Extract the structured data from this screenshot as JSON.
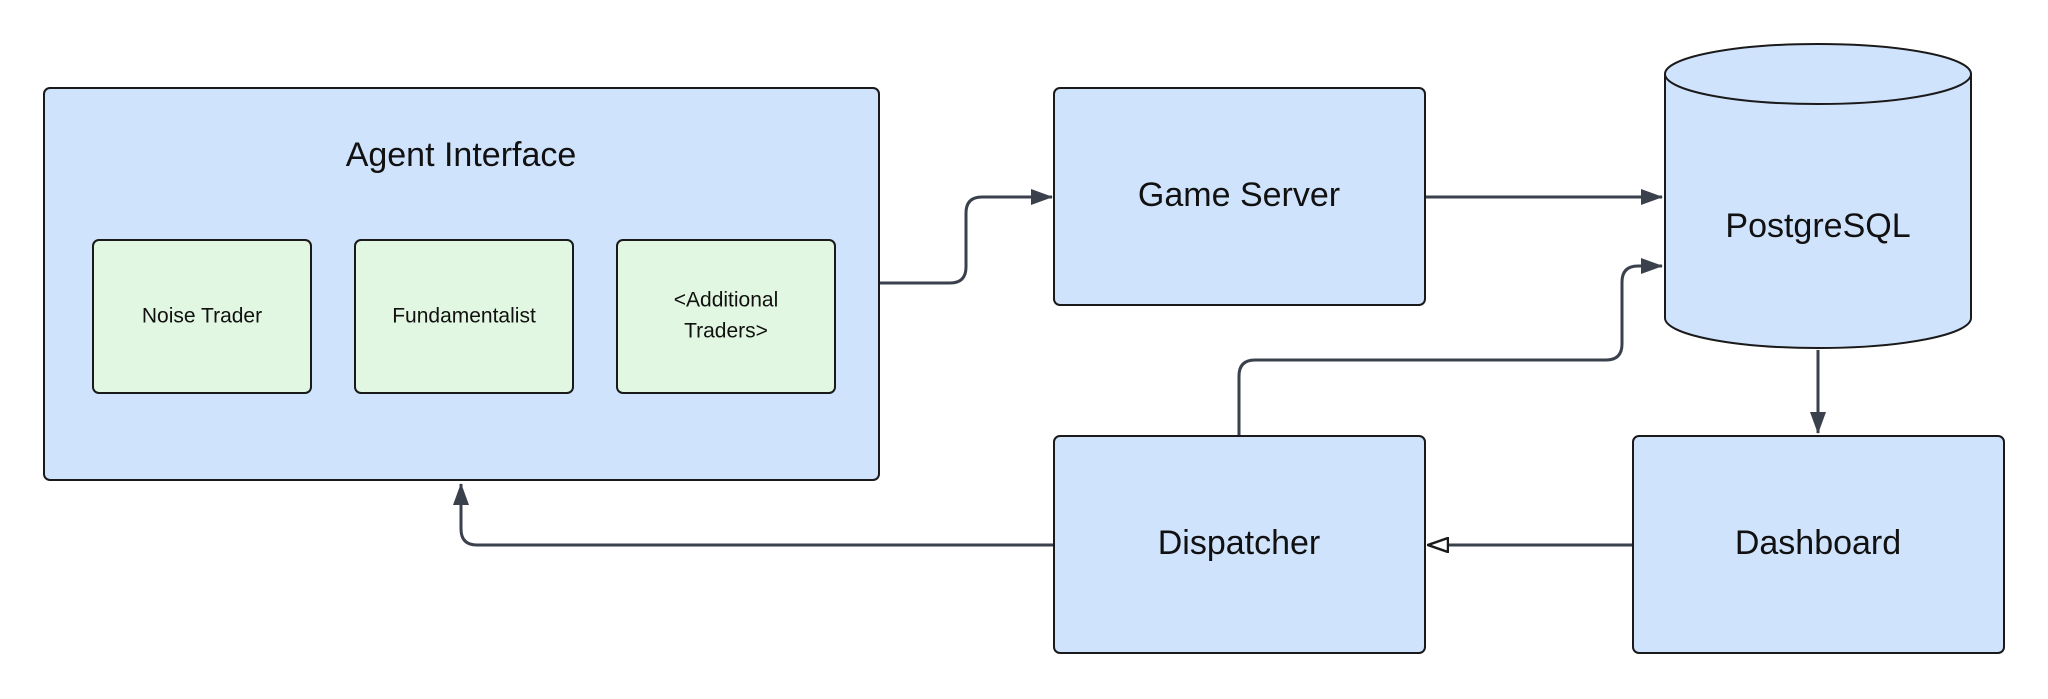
{
  "diagram": {
    "agent_interface": {
      "title": "Agent Interface",
      "traders": [
        {
          "label_lines": [
            "Noise Trader"
          ]
        },
        {
          "label_lines": [
            "Fundamentalist"
          ]
        },
        {
          "label_lines": [
            "<Additional",
            "Traders>"
          ]
        }
      ]
    },
    "game_server": {
      "label": "Game Server"
    },
    "database": {
      "label": "PostgreSQL"
    },
    "dispatcher": {
      "label": "Dispatcher"
    },
    "dashboard": {
      "label": "Dashboard"
    },
    "colors": {
      "component_fill": "#d0e3fc",
      "trader_fill": "#e2f7e2",
      "border": "#1a1a1a",
      "connector": "#3a414d"
    },
    "connections": [
      {
        "from": "agent_interface",
        "to": "game_server",
        "arrow": "filled"
      },
      {
        "from": "game_server",
        "to": "database",
        "arrow": "filled"
      },
      {
        "from": "dispatcher",
        "to": "database",
        "arrow": "filled"
      },
      {
        "from": "database",
        "to": "dashboard",
        "arrow": "filled"
      },
      {
        "from": "dashboard",
        "to": "dispatcher",
        "arrow": "hollow"
      },
      {
        "from": "dispatcher",
        "to": "agent_interface",
        "arrow": "filled"
      }
    ]
  }
}
